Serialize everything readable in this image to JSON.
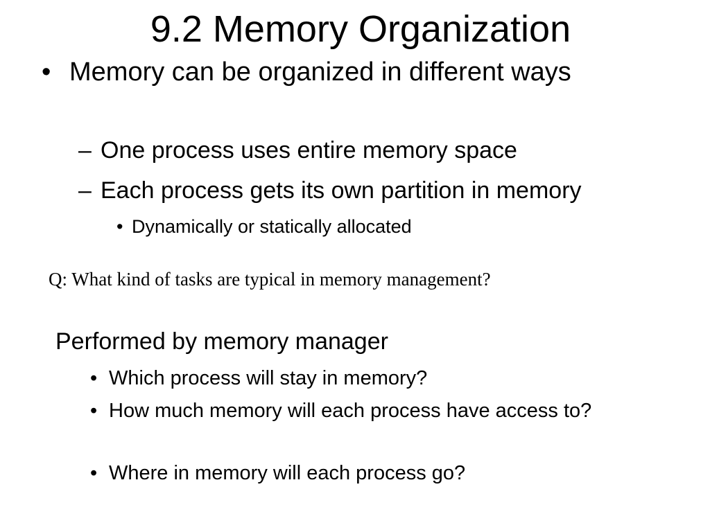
{
  "slide": {
    "title": "9.2 Memory Organization",
    "main_bullet": {
      "marker": "•",
      "text": "Memory can be organized in different ways"
    },
    "sub_bullets": [
      {
        "marker": "–",
        "text": "One process uses entire memory space"
      },
      {
        "marker": "–",
        "text": "Each process gets its own partition in memory"
      }
    ],
    "sub_sub_bullet": {
      "marker": "•",
      "text": "Dynamically or statically allocated"
    },
    "question": "Q: What kind of tasks are typical in memory management?",
    "answer": {
      "heading": "Performed by memory manager",
      "items": [
        {
          "marker": "•",
          "text": "Which process will stay in memory?"
        },
        {
          "marker": "•",
          "text": "How much memory will each process have access to?"
        },
        {
          "marker": "•",
          "text": "Where in memory will each process go?"
        }
      ]
    }
  }
}
